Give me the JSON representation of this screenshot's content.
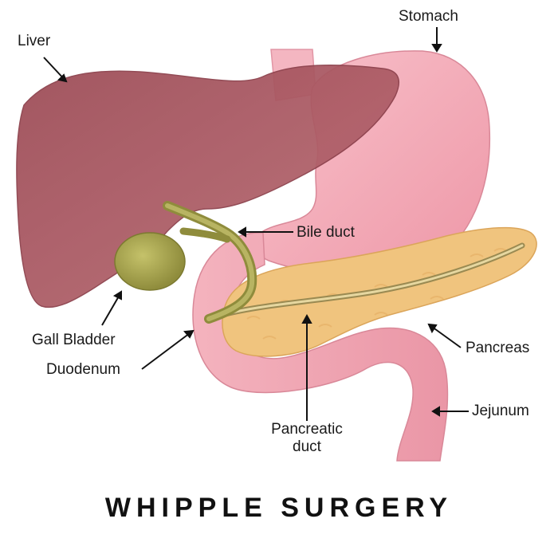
{
  "labels": {
    "liver": "Liver",
    "stomach": "Stomach",
    "bile_duct": "Bile duct",
    "gall_bladder": "Gall Bladder",
    "duodenum": "Duodenum",
    "pancreas": "Pancreas",
    "jejunum": "Jejunum",
    "pancreatic_duct": "Pancreatic duct"
  },
  "title": "WHIPPLE SURGERY",
  "colors": {
    "liver": "#a85560",
    "stomach": "#f3a9b6",
    "pancreas": "#f0c47e",
    "gall_bladder": "#a3a04e",
    "bile_duct": "#9c9a48",
    "intestine": "#f0a2b0"
  }
}
